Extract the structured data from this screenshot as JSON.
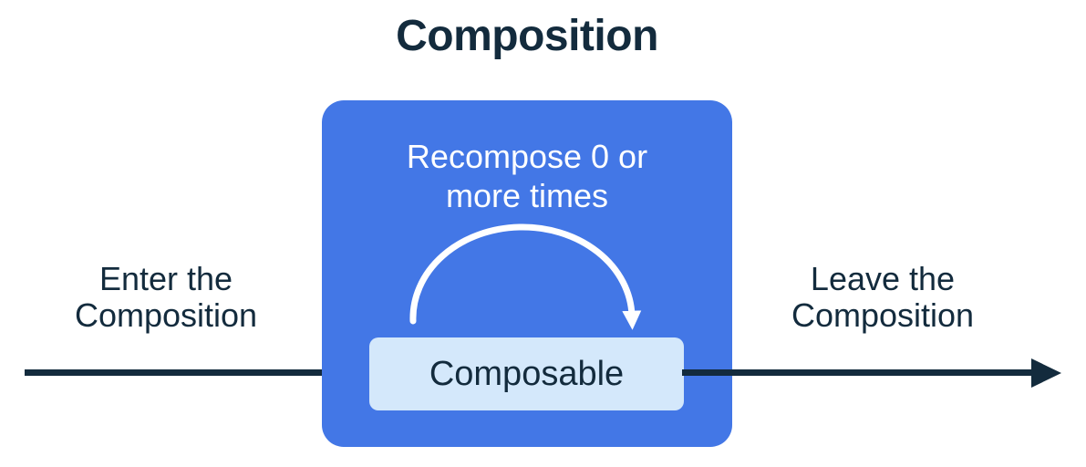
{
  "title": "Composition",
  "labels": {
    "enter_line1": "Enter the",
    "enter_line2": "Composition",
    "leave_line1": "Leave the",
    "leave_line2": "Composition"
  },
  "composition": {
    "recompose_line1": "Recompose 0 or",
    "recompose_line2": "more times",
    "composable_label": "Composable"
  },
  "icons": {
    "enter_arrow": "right-arrow",
    "leave_arrow": "right-arrow",
    "recompose_arc": "curved-loop-arrow"
  },
  "colors": {
    "box_blue": "#4377E6",
    "composable_light_blue": "#D4E8FB",
    "ink_dark_navy": "#132B3D",
    "arc_white": "#FFFFFF",
    "background": "#FFFFFF"
  }
}
